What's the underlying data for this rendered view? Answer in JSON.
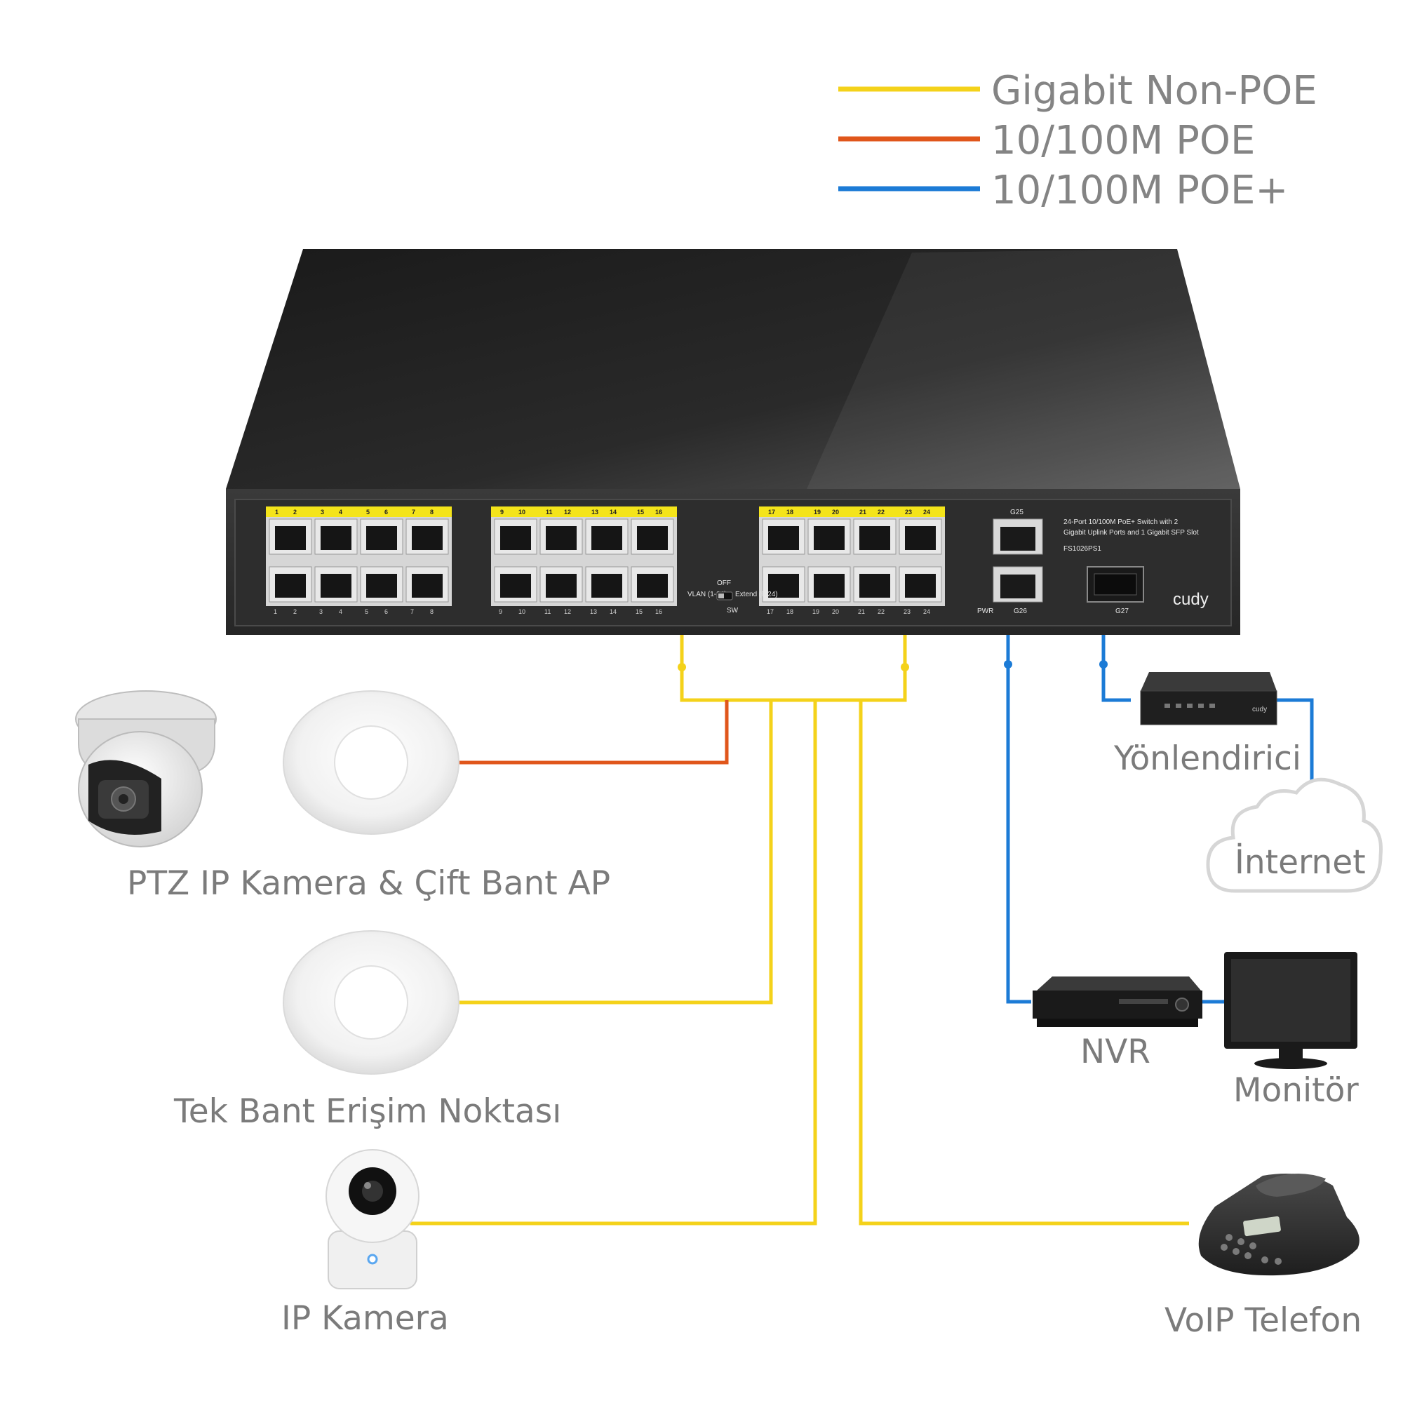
{
  "legend": [
    {
      "label": "Gigabit Non-POE",
      "color": "#F4D21A"
    },
    {
      "label": "10/100M POE",
      "color": "#E0561B"
    },
    {
      "label": "10/100M POE+",
      "color": "#1C7BD6"
    }
  ],
  "switch": {
    "model": "FS1026PS1",
    "description_line1": "24-Port 10/100M PoE+ Switch with 2",
    "description_line2": "Gigabit Uplink Ports and 1 Gigabit SFP Slot",
    "brand": "cudy",
    "uplink_top": "G25",
    "uplink_bottom": "G26",
    "sfp_label": "G27",
    "pwr_label": "PWR",
    "switch_off": "OFF",
    "switch_vlan": "VLAN (1-24)",
    "switch_extend": "Extend (9-24)",
    "switch_sw": "SW",
    "port_groups": [
      {
        "top": [
          "1",
          "2",
          "3",
          "4",
          "5",
          "6",
          "7",
          "8"
        ],
        "bottom": [
          "1",
          "2",
          "3",
          "4",
          "5",
          "6",
          "7",
          "8"
        ]
      },
      {
        "top": [
          "9",
          "10",
          "11",
          "12",
          "13",
          "14",
          "15",
          "16"
        ],
        "bottom": [
          "9",
          "10",
          "11",
          "12",
          "13",
          "14",
          "15",
          "16"
        ]
      },
      {
        "top": [
          "17",
          "18",
          "19",
          "20",
          "21",
          "22",
          "23",
          "24"
        ],
        "bottom": [
          "17",
          "18",
          "19",
          "20",
          "21",
          "22",
          "23",
          "24"
        ]
      }
    ]
  },
  "devices": {
    "ptz_camera_ap": "PTZ IP Kamera & Çift Bant AP",
    "single_band_ap": "Tek Bant Erişim Noktası",
    "ip_camera": "IP Kamera",
    "router": "Yönlendirici",
    "internet": "İnternet",
    "nvr": "NVR",
    "monitor": "Monitör",
    "voip_phone": "VoIP Telefon"
  },
  "router_brand": "cudy",
  "colors": {
    "yellow": "#F4D21A",
    "orange": "#E0561B",
    "blue": "#1C7BD6"
  }
}
